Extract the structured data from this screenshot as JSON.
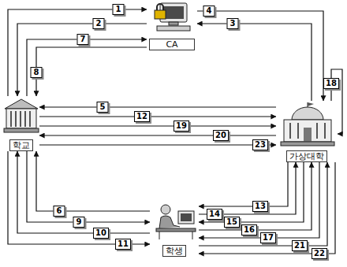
{
  "diagram": {
    "nodes": [
      {
        "text": [
          "CA"
        ]
      },
      {
        "text": [
          "학교"
        ]
      },
      {
        "text": [
          "가상대학"
        ]
      },
      {
        "text": [
          "학생"
        ]
      }
    ],
    "edges": [
      {
        "from": 1,
        "to": 0,
        "arrow": "to",
        "label": "1"
      },
      {
        "from": 0,
        "to": 1,
        "arrow": "to",
        "label": "2"
      },
      {
        "from": 2,
        "to": 0,
        "arrow": "to",
        "label": "3"
      },
      {
        "from": 0,
        "to": 2,
        "arrow": "to",
        "label": "4"
      },
      {
        "from": 2,
        "to": 1,
        "arrow": "to",
        "label": "5"
      },
      {
        "from": 3,
        "to": 1,
        "arrow": "to",
        "label": "6"
      },
      {
        "from": 1,
        "to": 0,
        "arrow": "to",
        "label": "7"
      },
      {
        "from": 0,
        "to": 1,
        "arrow": "to",
        "label": "8"
      },
      {
        "from": 1,
        "to": 3,
        "arrow": "to",
        "label": "9"
      },
      {
        "from": 3,
        "to": 1,
        "arrow": "to",
        "label": "10"
      },
      {
        "from": 1,
        "to": 3,
        "arrow": "to",
        "label": "11"
      },
      {
        "from": 1,
        "to": 2,
        "arrow": "to",
        "label": "12"
      },
      {
        "from": 2,
        "to": 3,
        "arrow": "to",
        "label": "13"
      },
      {
        "from": 3,
        "to": 2,
        "arrow": "to",
        "label": "14"
      },
      {
        "from": 2,
        "to": 3,
        "arrow": "to",
        "label": "15"
      },
      {
        "from": 3,
        "to": 2,
        "arrow": "to",
        "label": "16"
      },
      {
        "from": 2,
        "to": 3,
        "arrow": "to",
        "label": "17"
      },
      {
        "from": 2,
        "to": 2,
        "arrow": "to",
        "label": "18"
      },
      {
        "from": 1,
        "to": 2,
        "arrow": "to",
        "label": "19"
      },
      {
        "from": 2,
        "to": 1,
        "arrow": "to",
        "label": "20"
      },
      {
        "from": 3,
        "to": 2,
        "arrow": "to",
        "label": "21"
      },
      {
        "from": 2,
        "to": 3,
        "arrow": "to",
        "label": "22"
      },
      {
        "from": 1,
        "to": 2,
        "arrow": "to",
        "label": "23"
      }
    ]
  }
}
